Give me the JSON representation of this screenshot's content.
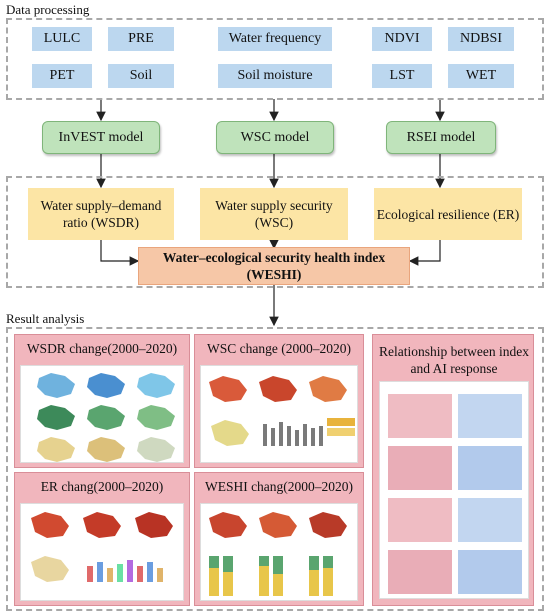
{
  "data_processing": {
    "label": "Data processing",
    "group1": [
      "LULC",
      "PRE",
      "PET",
      "Soil"
    ],
    "group2": [
      "Water frequency",
      "Soil moisture"
    ],
    "group3": [
      "NDVI",
      "NDBSI",
      "LST",
      "WET"
    ]
  },
  "models": [
    "InVEST model",
    "WSC model",
    "RSEI model"
  ],
  "indices": {
    "wsdr": "Water supply–demand ratio (WSDR)",
    "wsc": "Water supply security (WSC)",
    "er": "Ecological resilience (ER)",
    "weshi": "Water–ecological security health index (WESHI)"
  },
  "result_analysis": {
    "label": "Result analysis",
    "panels": {
      "wsdr": "WSDR change(2000–2020)",
      "wsc": "WSC change (2000–2020)",
      "er": "ER chang(2000–2020)",
      "weshi": "WESHI chang(2000–2020)",
      "relationship": "Relationship between index and AI response"
    }
  },
  "colors": {
    "data_tag": "#bcd7ef",
    "model_box": "#bfe3bb",
    "index_box": "#fce5a5",
    "weshi_box": "#f6c7a7",
    "panel_bg": "#f1b6bd"
  }
}
